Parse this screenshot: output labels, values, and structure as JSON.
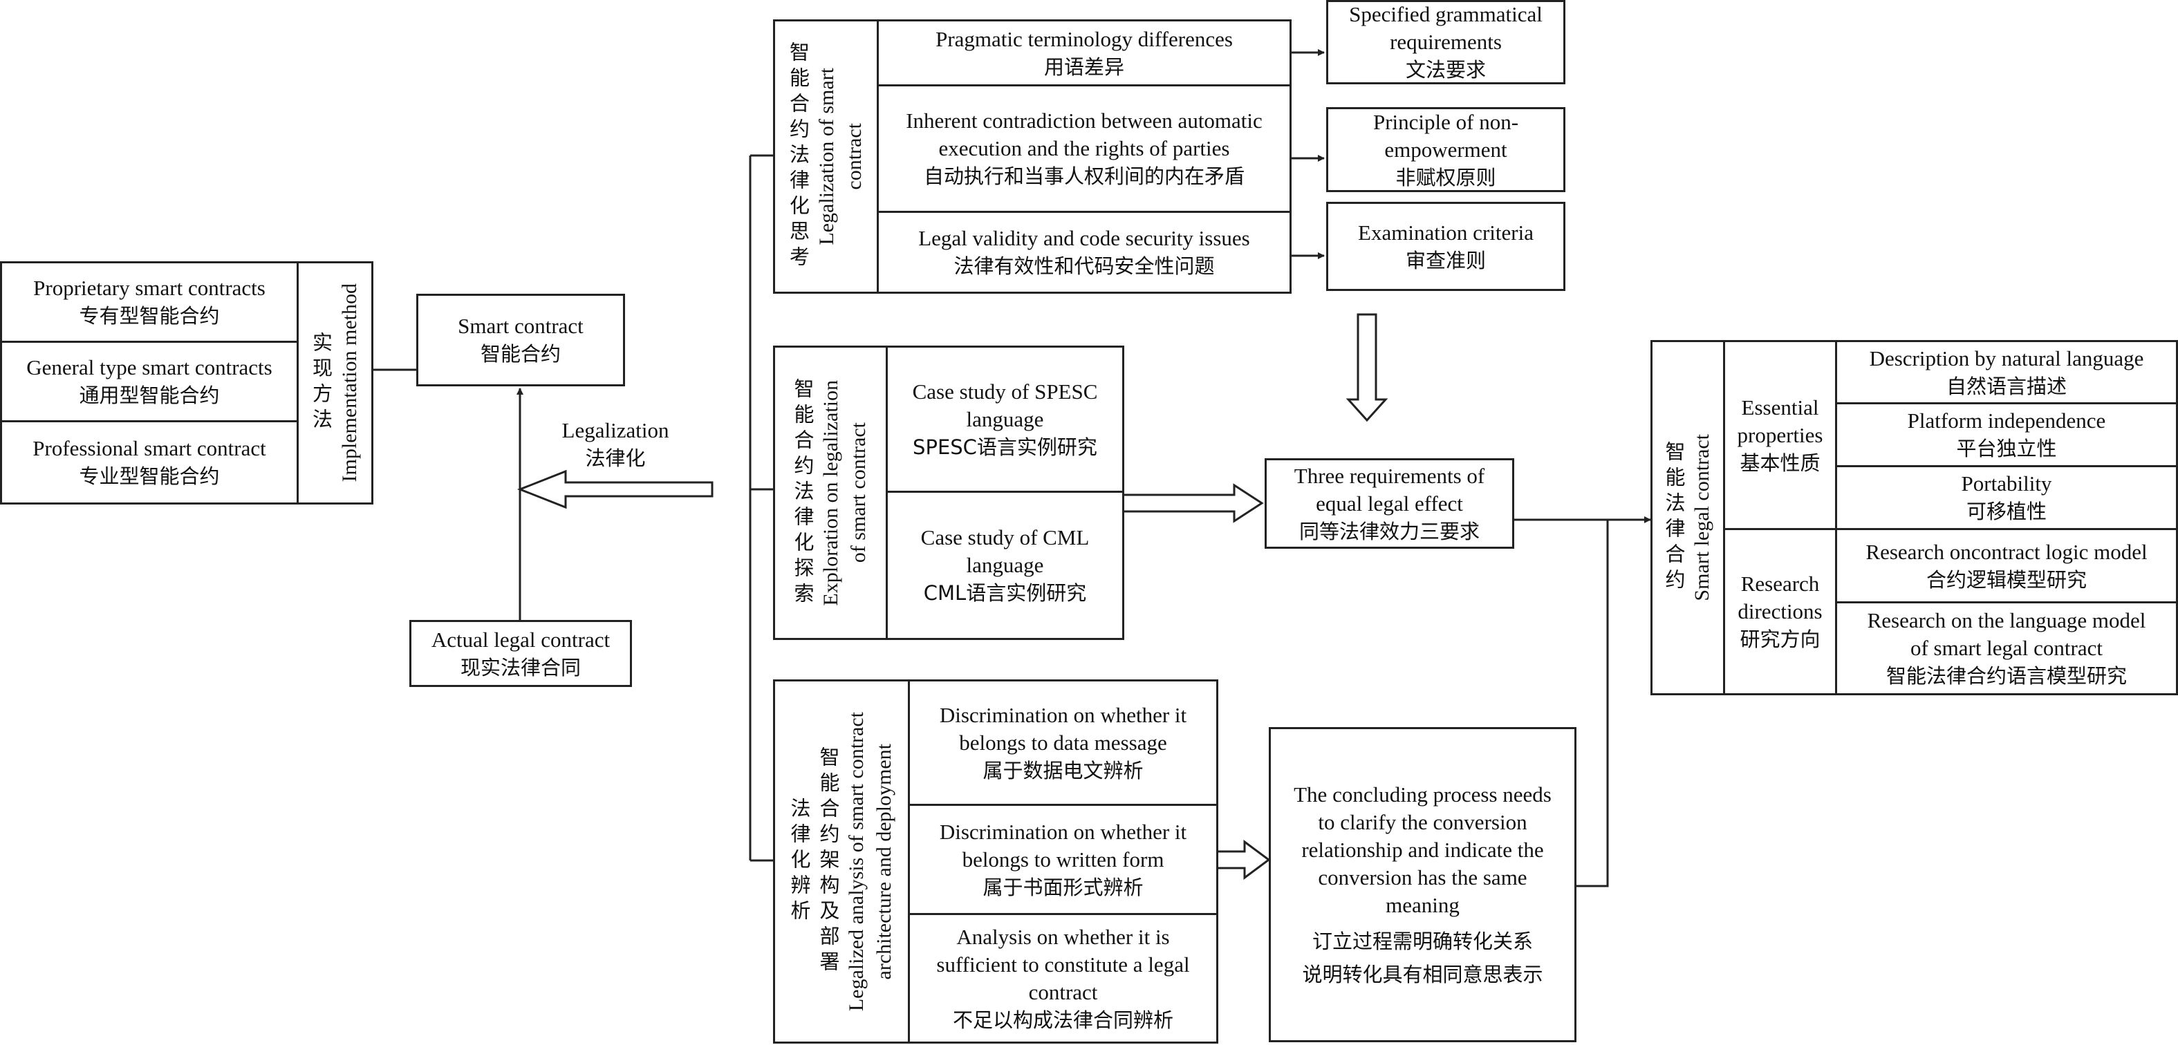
{
  "left_panel": {
    "types": [
      {
        "en": "Proprietary smart contracts",
        "zh": "专有型智能合约"
      },
      {
        "en": "General type smart contracts",
        "zh": "通用型智能合约"
      },
      {
        "en": "Professional smart contract",
        "zh": "专业型智能合约"
      }
    ],
    "method": {
      "zh": "实现方法",
      "en": "Implementation method"
    }
  },
  "smart_contract": {
    "en": "Smart contract",
    "zh": "智能合约"
  },
  "legalization": {
    "en": "Legalization",
    "zh": "法律化"
  },
  "actual_contract": {
    "en": "Actual legal contract",
    "zh": "现实法律合同"
  },
  "thinking": {
    "side": {
      "zh": "智能合约法律化思考",
      "en1": "Legalization of smart",
      "en2": "contract"
    },
    "rows": [
      {
        "en1": "Pragmatic terminology differences",
        "en2": "",
        "zh": "用语差异"
      },
      {
        "en1": "Inherent contradiction between automatic",
        "en2": "execution and the rights of parties",
        "zh": "自动执行和当事人权利间的内在矛盾"
      },
      {
        "en1": "Legal validity and code security issues",
        "en2": "",
        "zh": "法律有效性和代码安全性问题"
      }
    ],
    "results": [
      {
        "en1": "Specified grammatical",
        "en2": "requirements",
        "zh": "文法要求"
      },
      {
        "en1": "Principle of non-",
        "en2": "empowerment",
        "zh": "非赋权原则"
      },
      {
        "en1": "Examination criteria",
        "en2": "",
        "zh": "审查准则"
      }
    ]
  },
  "exploration": {
    "side": {
      "zh": "智能合约法律化探索",
      "en1": "Exploration on legalization",
      "en2": "of smart contract"
    },
    "rows": [
      {
        "en1": "Case study of SPESC",
        "en2": "language",
        "zh": "SPESC语言实例研究"
      },
      {
        "en1": "Case study of CML",
        "en2": "language",
        "zh": "CML语言实例研究"
      }
    ]
  },
  "three_requirements": {
    "en1": "Three requirements of",
    "en2": "equal legal effect",
    "zh": "同等法律效力三要求"
  },
  "analysis": {
    "side": {
      "zh1": "法律化辨析",
      "zh2": "智能合约架构及部署",
      "en1": "Legalized analysis of smart contract",
      "en2": "architecture and deployment"
    },
    "rows": [
      {
        "en1": "Discrimination on whether it",
        "en2": "belongs to data message",
        "en3": "",
        "zh": "属于数据电文辨析"
      },
      {
        "en1": "Discrimination on whether it",
        "en2": "belongs to written form",
        "en3": "",
        "zh": "属于书面形式辨析"
      },
      {
        "en1": "Analysis on whether it is",
        "en2": "sufficient to constitute a legal",
        "en3": "contract",
        "zh": "不足以构成法律合同辨析"
      }
    ]
  },
  "concluding": {
    "en": [
      "The concluding process needs",
      "to clarify the conversion",
      "relationship and indicate the",
      "conversion has the same",
      "meaning"
    ],
    "zh": [
      "订立过程需明确转化关系",
      "说明转化具有相同意思表示"
    ]
  },
  "smart_legal": {
    "side": {
      "zh": "智能法律合约",
      "en": "Smart legal contract"
    },
    "essential": {
      "en1": "Essential",
      "en2": "properties",
      "zh": "基本性质"
    },
    "research": {
      "en1": "Research",
      "en2": "directions",
      "zh": "研究方向"
    },
    "properties": [
      {
        "en1": "Description by natural language",
        "en2": "",
        "zh": "自然语言描述"
      },
      {
        "en1": "Platform independence",
        "en2": "",
        "zh": "平台独立性"
      },
      {
        "en1": "Portability",
        "en2": "",
        "zh": "可移植性"
      }
    ],
    "directions": [
      {
        "en1": "Research oncontract logic model",
        "en2": "",
        "zh": "合约逻辑模型研究"
      },
      {
        "en1": "Research on the language model",
        "en2": "of smart legal contract",
        "zh": "智能法律合约语言模型研究"
      }
    ]
  }
}
